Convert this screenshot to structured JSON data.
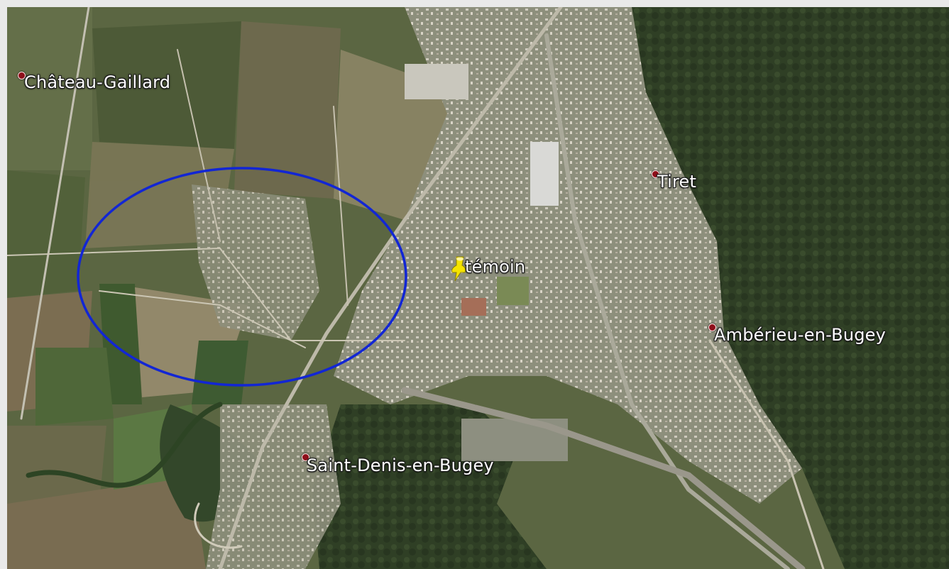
{
  "map": {
    "places": [
      {
        "id": "chateau-gaillard",
        "name": "Château-Gaillard"
      },
      {
        "id": "tiret",
        "name": "Tiret"
      },
      {
        "id": "amberieu-en-bugey",
        "name": "Ambérieu-en-Bugey"
      },
      {
        "id": "saint-denis-en-bugey",
        "name": "Saint-Denis-en-Bugey"
      }
    ],
    "marker": {
      "name": "témoin",
      "icon": "yellow-pushpin-icon",
      "color": "#f5e400"
    },
    "highlight": {
      "shape": "ellipse",
      "color": "#1226d4"
    },
    "colors": {
      "terrain": "#55613f",
      "forest": "#2e3d24",
      "urban": "#b9b7ac"
    }
  }
}
